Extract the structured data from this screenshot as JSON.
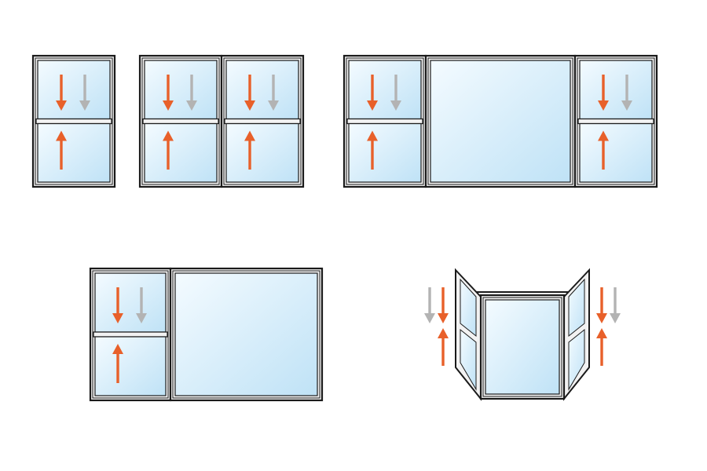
{
  "colors": {
    "background": "#ffffff",
    "frame": "#1a1a1a",
    "frame_inner": "#f2f2f2",
    "glass_light": "#f4fbff",
    "glass_dark": "#bfe2f6",
    "arrow_operable": "#e8602a",
    "arrow_fixed": "#b3b3b3"
  },
  "legend": {
    "operable_sash_arrow": "arrow-operable",
    "fixed_sash_arrow": "arrow-fixed"
  },
  "configurations": [
    {
      "id": "single-hung-single",
      "units": [
        "single-hung"
      ]
    },
    {
      "id": "single-hung-twin",
      "units": [
        "single-hung",
        "single-hung"
      ]
    },
    {
      "id": "picture-with-flankers",
      "units": [
        "single-hung",
        "picture",
        "single-hung"
      ]
    },
    {
      "id": "single-hung-with-picture",
      "units": [
        "single-hung",
        "picture"
      ]
    },
    {
      "id": "bay-window",
      "units": [
        "single-hung",
        "picture",
        "single-hung"
      ],
      "style": "angled"
    }
  ]
}
